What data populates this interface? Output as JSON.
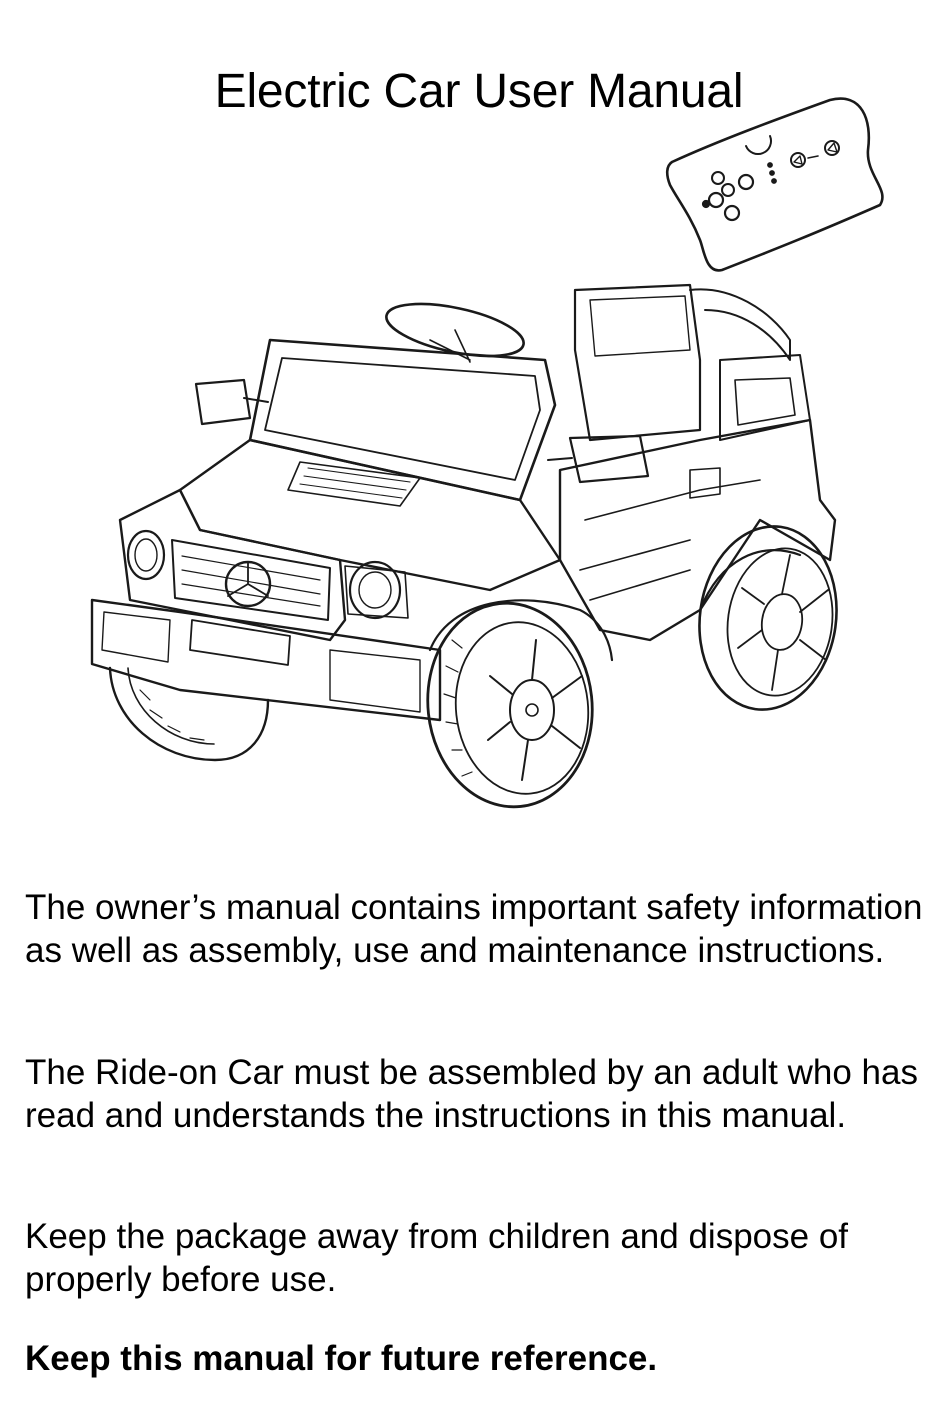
{
  "document": {
    "title": "Electric Car User Manual",
    "paragraphs": [
      "The owner’s manual contains important safety information as well as assembly, use and maintenance instructions.",
      "The Ride-on Car must be assembled by an adult who has read and understands the instructions in this manual.",
      "Keep the package away from children and dispose of properly before use.",
      "Keep this manual for future reference."
    ]
  },
  "illustration": {
    "subjects": [
      "remote-control",
      "ride-on-car"
    ],
    "style": "black line drawing"
  }
}
